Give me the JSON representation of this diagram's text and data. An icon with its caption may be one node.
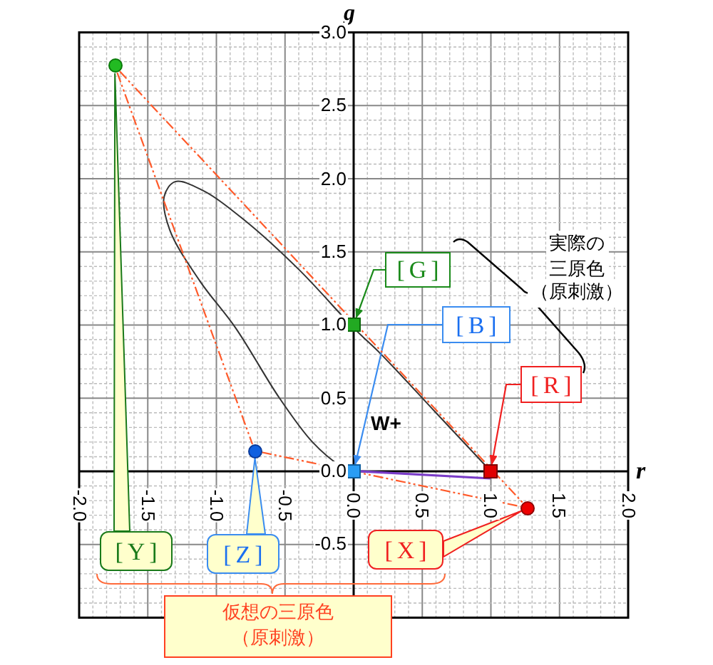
{
  "diagram": {
    "nodes": [
      {
        "text": [],
        "shape": "circle"
      },
      {
        "text": [
          "[G]"
        ]
      },
      {
        "text": [],
        "shape": "box"
      },
      {
        "text": [
          "[B]"
        ]
      },
      {
        "text": [
          "[R]"
        ]
      },
      {
        "text": [],
        "shape": "circle"
      },
      {
        "text": [],
        "shape": "box"
      },
      {
        "text": [],
        "shape": "box"
      },
      {
        "text": [],
        "shape": "circle"
      },
      {
        "text": [
          "[Y]"
        ]
      },
      {
        "text": [
          "[Z]"
        ]
      },
      {
        "text": [
          "[X]"
        ]
      },
      {
        "text": [
          "仮想の三原色",
          "（原刺激）"
        ]
      }
    ],
    "edges": [
      {
        "from": 1,
        "to": 2,
        "arrow": "to",
        "color": "#1a8a1a"
      },
      {
        "from": 3,
        "to": 6,
        "arrow": "to",
        "color": "#3a8cf0"
      },
      {
        "from": 4,
        "to": 7,
        "arrow": "to",
        "color": "#f02020"
      },
      {
        "from": 9,
        "to": 0,
        "arrow": "none",
        "color": "#1a7a1a"
      },
      {
        "from": 10,
        "to": 5,
        "arrow": "none",
        "color": "#3a8cf0"
      },
      {
        "from": 11,
        "to": 8,
        "arrow": "none",
        "color": "#f02020"
      },
      {
        "from": 0,
        "to": 8,
        "arrow": "none",
        "style": "dashed",
        "color": "#ff5a2a"
      },
      {
        "from": 0,
        "to": 5,
        "arrow": "none",
        "style": "dashed",
        "color": "#ff5a2a"
      },
      {
        "from": 5,
        "to": 8,
        "arrow": "none",
        "style": "dashed",
        "color": "#ff5a2a"
      },
      {
        "from": 6,
        "to": 7,
        "arrow": "none",
        "color": "#7a3cc8"
      }
    ],
    "labels": [
      "g",
      "3.0",
      "2.5",
      "2.0",
      "1.5",
      "実際の三原色",
      "（原刺激）",
      "1.0",
      "0.5",
      "W+",
      "0.0",
      "r",
      "-2.0",
      "-1.5",
      "-1.0",
      "-0.5",
      "0.0",
      "0.5",
      "1.0",
      "1.5",
      "2.0",
      "-0.5"
    ]
  }
}
